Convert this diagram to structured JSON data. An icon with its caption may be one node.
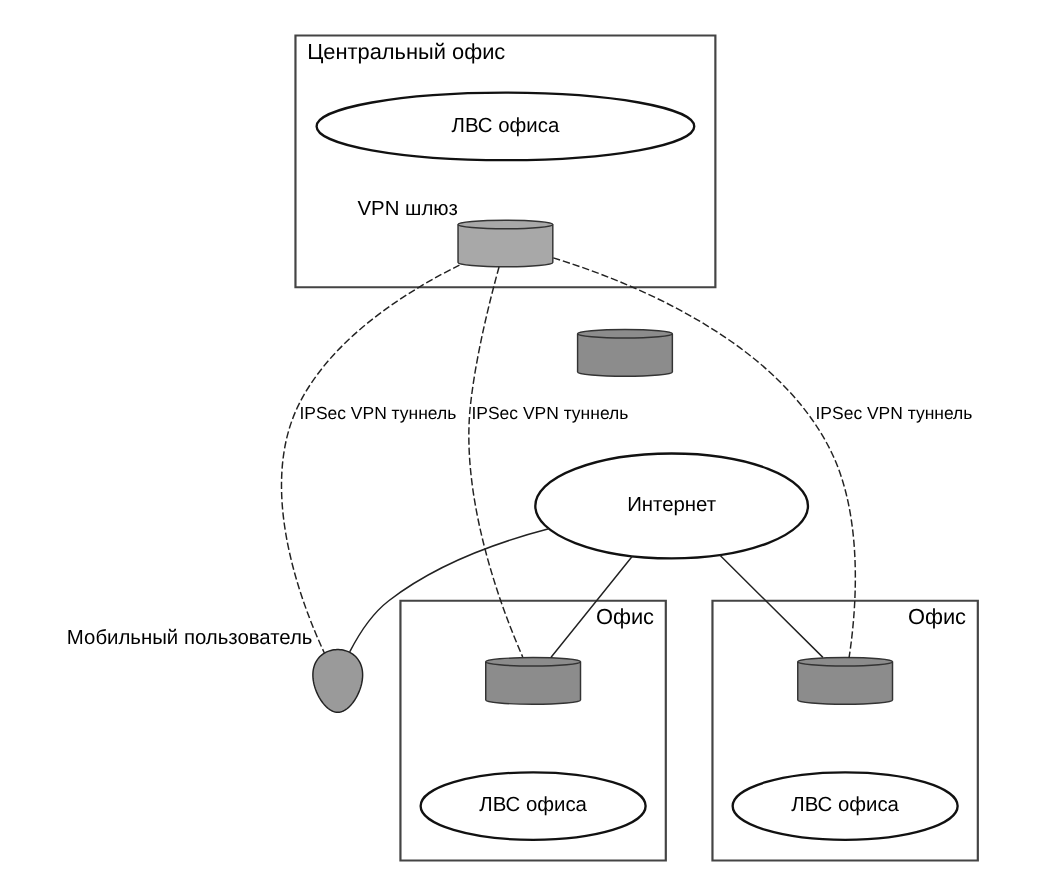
{
  "diagram": {
    "nodes": [
      {
        "text": [
          "Центральный офис"
        ]
      },
      {
        "text": [
          "ЛВС офиса"
        ],
        "in": 0
      },
      {
        "text": [],
        "shape": "cylinder",
        "beside": [
          "VPN шлюз"
        ],
        "in": 0
      },
      {
        "text": [],
        "shape": "cylinder"
      },
      {
        "text": [
          "Интернет"
        ]
      },
      {
        "text": [],
        "shape": "person",
        "beside": [
          "Мобильный пользователь"
        ]
      },
      {
        "text": [
          "Офис"
        ]
      },
      {
        "text": [],
        "shape": "cylinder",
        "in": 6
      },
      {
        "text": [
          "ЛВС офиса"
        ],
        "in": 6
      },
      {
        "text": [
          "Офис"
        ]
      },
      {
        "text": [],
        "shape": "cylinder",
        "in": 9
      },
      {
        "text": [
          "ЛВС офиса"
        ],
        "in": 9
      }
    ],
    "edges": [
      {
        "from": 2,
        "to": 5,
        "arrow": "none",
        "label": "IPSec VPN туннель",
        "style": "dashed"
      },
      {
        "from": 2,
        "to": 7,
        "arrow": "none",
        "label": "IPSec VPN туннель",
        "style": "dashed"
      },
      {
        "from": 2,
        "to": 10,
        "arrow": "none",
        "label": "IPSec VPN туннель",
        "style": "dashed"
      },
      {
        "from": 4,
        "to": 5,
        "arrow": "none"
      },
      {
        "from": 4,
        "to": 7,
        "arrow": "none"
      },
      {
        "from": 4,
        "to": 10,
        "arrow": "none"
      }
    ]
  }
}
